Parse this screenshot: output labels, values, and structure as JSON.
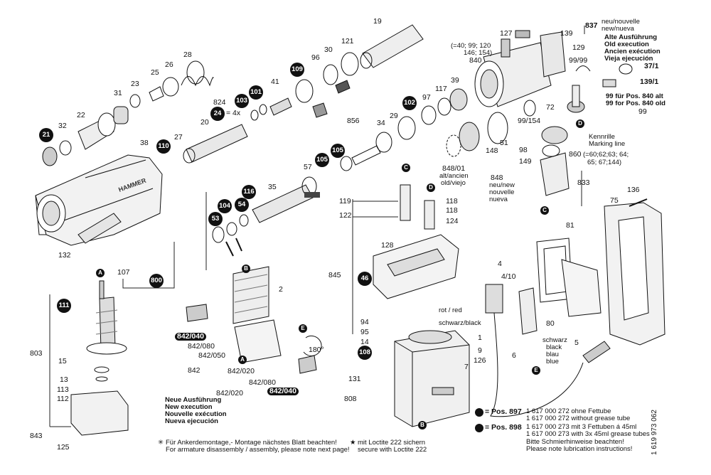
{
  "labels": {
    "p837": "837",
    "p837_note": "neu/nouvelle",
    "p837_note2": "new/nueva",
    "p139": "139",
    "p127": "127",
    "p129": "129",
    "p840": "840",
    "p840_note": "(=40; 99; 120",
    "p840_note2": "146; 154)",
    "p99_99": "99/99",
    "old_exec_1": "Alte Ausführung",
    "old_exec_2": "Old execution",
    "old_exec_3": "Ancien exécution",
    "old_exec_4": "Vieja ejecución",
    "p37_1": "37/1",
    "p139_1": "139/1",
    "p99_note_1": "99 für Pos. 840 alt",
    "p99_note_2": "99 for Pos. 840 old",
    "p99": "99",
    "p72": "72",
    "p99_154": "99/154",
    "kennrille": "Kennrille",
    "marking": "Marking line",
    "p19": "19",
    "p121": "121",
    "p30": "30",
    "p96": "96",
    "p109": "109",
    "p41": "41",
    "p101": "101",
    "p103": "103",
    "p824": "824",
    "p24": "24",
    "p4x": "= 4x",
    "p20": "20",
    "p28": "28",
    "p26": "26",
    "p25": "25",
    "p23": "23",
    "p31": "31",
    "p22": "22",
    "p32": "32",
    "p21": "21",
    "p38": "38",
    "p110": "110",
    "p27": "27",
    "p132": "132",
    "p107": "107",
    "p800": "800",
    "p39": "39",
    "p117": "117",
    "p97": "97",
    "p102": "102",
    "p29": "29",
    "p34": "34",
    "p856": "856",
    "p105a": "105",
    "p105b": "105",
    "p57": "57",
    "p35": "35",
    "p116": "116",
    "p54": "54",
    "p104": "104",
    "p53": "53",
    "p848_01": "848/01",
    "p848_01_n": "alt/ancien",
    "p848_01_n2": "old/viejo",
    "p848": "848",
    "p848_n": "neu/new",
    "p848_n2": "nouvelle",
    "p848_n3": "nueva",
    "p148": "148",
    "p51": "51",
    "p98": "98",
    "p149": "149",
    "p860": "860",
    "p860_n": "(=60;62;63; 64;",
    "p860_n2": "65; 67;144)",
    "p833": "833",
    "p136": "136",
    "p75": "75",
    "p81": "81",
    "p119": "119",
    "p122": "122",
    "p118a": "118",
    "p118b": "118",
    "p124": "124",
    "p128": "128",
    "p845": "845",
    "p46": "46",
    "p94": "94",
    "p95": "95",
    "p14": "14",
    "p108": "108",
    "p131": "131",
    "p808": "808",
    "p1": "1",
    "p9": "9",
    "p126": "126",
    "p7": "7",
    "rot": "rot / red",
    "schwarz": "schwarz/black",
    "p4": "4",
    "p4_10": "4/10",
    "p80": "80",
    "p6": "6",
    "p5": "5",
    "c_schwarz": "schwarz",
    "c_black": "black",
    "c_blau": "blau",
    "c_blue": "blue",
    "p111": "111",
    "p803": "803",
    "p15": "15",
    "p13": "13",
    "p113": "113",
    "p112": "112",
    "p843": "843",
    "p125": "125",
    "p2": "2",
    "p842_040a": "842/040",
    "p842_080a": "842/080",
    "p842_050": "842/050",
    "p842": "842",
    "p842_020a": "842/020",
    "p842_080b": "842/080",
    "p842_020b": "842/020",
    "p842_040b": "842/040",
    "deg180": "180°",
    "new_exec_1": "Neue Ausführung",
    "new_exec_2": "New execution",
    "new_exec_3": "Nouvelle exécution",
    "new_exec_4": "Nueva ejecución",
    "foot_armature_1": "Für Ankerdemontage,- Montage nächstes Blatt beachten!",
    "foot_armature_2": "For armature disassembly / assembly, please note next page!",
    "foot_loctite_1": "mit Loctite 222 sichern",
    "foot_loctite_2": "secure with Loctite 222",
    "pos897": "= Pos. 897",
    "pos898": "= Pos. 898",
    "grease_1": "1 617 000 272 ohne Fettube",
    "grease_2": "1 617 000 272 without grease tube",
    "grease_3": "1 617 000 273 mit 3 Fettuben á 45ml",
    "grease_4": "1 617 000 273 with 3x 45ml grease tubes",
    "grease_5": "Bitte Schmierhinweise beachten!",
    "grease_6": "Please note lubrication instructions!",
    "doc_number": "1 619 973 062",
    "brand": "HAMMER",
    "A": "A",
    "B": "B",
    "C": "C",
    "D": "D",
    "E": "E"
  },
  "colors": {
    "ink": "#111111",
    "paper": "#ffffff",
    "shade": "#cfcfcf",
    "mid": "#8a8a8a"
  }
}
